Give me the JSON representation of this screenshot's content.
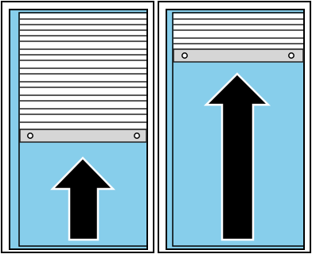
{
  "panels": [
    {
      "id": "left",
      "shutter_state": "partially-raised",
      "shutter_open_fraction": 0.47,
      "arrow_direction": "up",
      "icon": "arrow-up-icon"
    },
    {
      "id": "right",
      "shutter_state": "mostly-raised",
      "shutter_open_fraction": 0.82,
      "arrow_direction": "up",
      "icon": "arrow-up-icon"
    }
  ],
  "colors": {
    "sky": "#87CEEB",
    "shutter_slat": "#ffffff",
    "slat_line": "#222222",
    "bottom_rail": "#d6d6d6",
    "frame": "#000000",
    "arrow_fill": "#000000",
    "arrow_outline": "#ffffff"
  }
}
